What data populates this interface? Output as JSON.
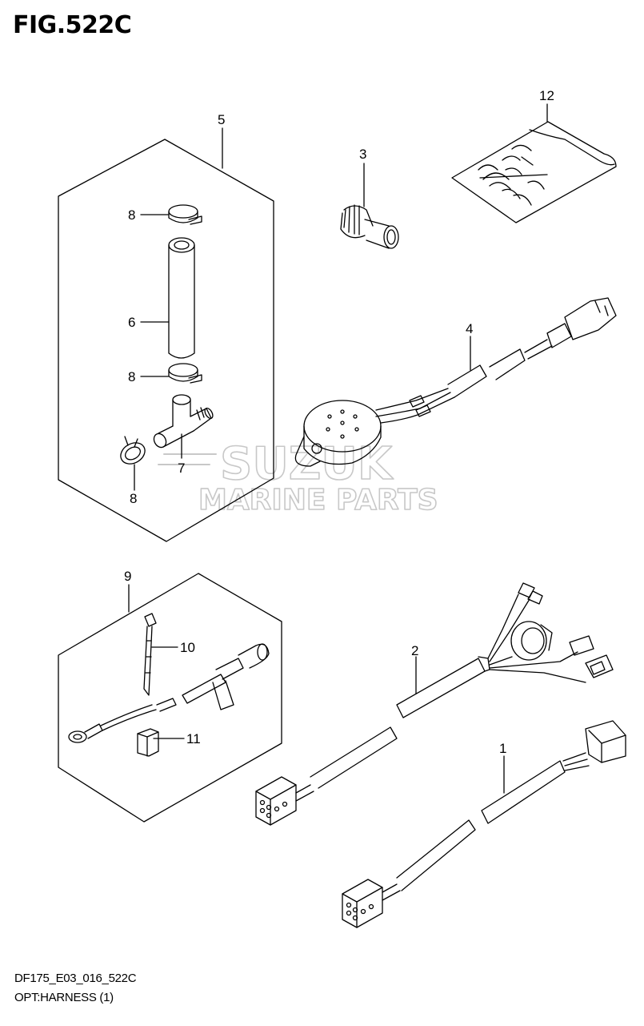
{
  "figure": {
    "title": "FIG.522C",
    "code": "DF175_E03_016_522C",
    "description": "OPT:HARNESS (1)"
  },
  "watermark": {
    "line1": "SUZUK",
    "line2": "MARINE PARTS",
    "color": "#c8c8c8"
  },
  "callouts": [
    {
      "id": "part-1",
      "label": "1"
    },
    {
      "id": "part-2",
      "label": "2"
    },
    {
      "id": "part-3",
      "label": "3"
    },
    {
      "id": "part-4",
      "label": "4"
    },
    {
      "id": "part-5",
      "label": "5"
    },
    {
      "id": "part-6",
      "label": "6"
    },
    {
      "id": "part-7",
      "label": "7"
    },
    {
      "id": "part-8a",
      "label": "8"
    },
    {
      "id": "part-8b",
      "label": "8"
    },
    {
      "id": "part-8c",
      "label": "8"
    },
    {
      "id": "part-9",
      "label": "9"
    },
    {
      "id": "part-10",
      "label": "10"
    },
    {
      "id": "part-11",
      "label": "11"
    },
    {
      "id": "part-12",
      "label": "12"
    }
  ]
}
